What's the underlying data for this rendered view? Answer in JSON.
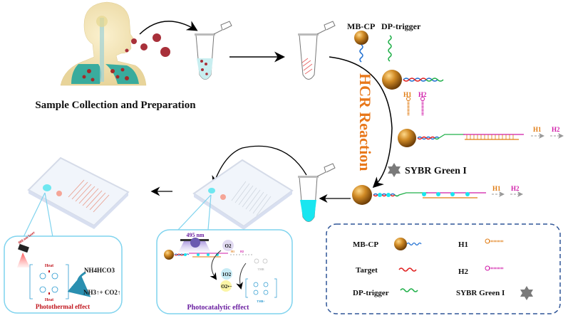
{
  "title_sample": "Sample Collection and Preparation",
  "probes": {
    "mbcp": "MB-CP",
    "dptrigger": "DP-trigger",
    "h1": "H1",
    "h2": "H2"
  },
  "hcr_label": "HCR Reaction",
  "sybr_label": "SYBR Green I",
  "chain_labels": {
    "h1": "H1",
    "h2": "H2"
  },
  "photothermal": {
    "laser": "808 nm laser",
    "heat_top": "Heat",
    "heat_bottom": "Heat",
    "reactant": "NH4HCO3",
    "products": "NH3↑+ CO2↑",
    "caption": "Photothermal effect"
  },
  "photocatalytic": {
    "wavelength": "495 nm",
    "o2": "O2",
    "singlet_o2": "1O2",
    "superoxide": "O2•−",
    "tmb": "TMB",
    "tmb_ox": "TMB+",
    "h1": "H1",
    "h2": "H2",
    "caption": "Photocatalytic effect"
  },
  "legend": {
    "items": [
      {
        "label": "MB-CP",
        "symbol": "bead-with-blue-strand"
      },
      {
        "label": "H1",
        "symbol": "orange-hairpin"
      },
      {
        "label": "Target",
        "symbol": "red-strand"
      },
      {
        "label": "H2",
        "symbol": "magenta-hairpin"
      },
      {
        "label": "DP-trigger",
        "symbol": "green-strand"
      },
      {
        "label": "SYBR Green I",
        "symbol": "gray-star"
      }
    ]
  },
  "colors": {
    "bead": "#c9861f",
    "mbcp_strand": "#1f6fd1",
    "target": "#e02020",
    "dptrigger": "#21b04a",
    "h1": "#e07a10",
    "h2": "#d01aa8",
    "sybr": "#7a7a7a",
    "hcr_text": "#e8771a",
    "cyan_liquid": "#19e6f0",
    "box_border": "#7fd3ee",
    "photothermal_caption": "#c0141c",
    "photocatalytic_caption": "#6a1fa0",
    "legend_border": "#2f5597"
  }
}
